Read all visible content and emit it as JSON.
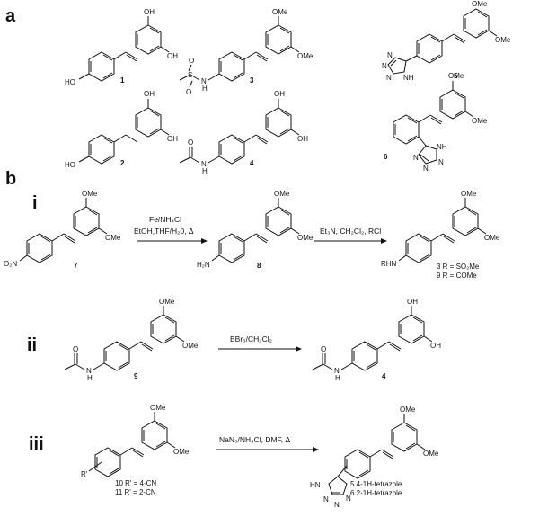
{
  "panels": {
    "a": "a",
    "b": "b",
    "i": "i",
    "ii": "ii",
    "iii": "iii"
  },
  "compounds": {
    "c1": "1",
    "c2": "2",
    "c3": "3",
    "c4": "4",
    "c5": "5",
    "c6": "6",
    "c7": "7",
    "c8": "8",
    "c9": "9",
    "c4b": "4"
  },
  "atoms": {
    "oh": "OH",
    "ho": "HO",
    "ome": "OMe",
    "h2n": "H₂N",
    "rhn": "RHN",
    "nh": "N",
    "h": "H",
    "n": "N",
    "o": "O",
    "s": "S",
    "nh_tz": "NH",
    "hn_tz": "HN",
    "o2n": "O₂N",
    "rprime": "R'"
  },
  "reagents": {
    "step1_line1": "Fe/NH₄Cl",
    "step1_line2": "EtOH,THF/H₂0, Δ",
    "step2": "Et₃N, CH₂Cl₂, RCl",
    "step3": "BBr₃/CH₂Cl₂",
    "step4": "NaN₃/NH₄Cl, DMF, Δ"
  },
  "product_labels": {
    "p3": "3 R = SO₂Me",
    "p9": "9 R = COMe",
    "s10": "10 R' = 4-CN",
    "s11": "11 R' = 2-CN",
    "p5": "5 4-1H-tetrazole",
    "p6": "6 2-1H-tetrazole"
  }
}
